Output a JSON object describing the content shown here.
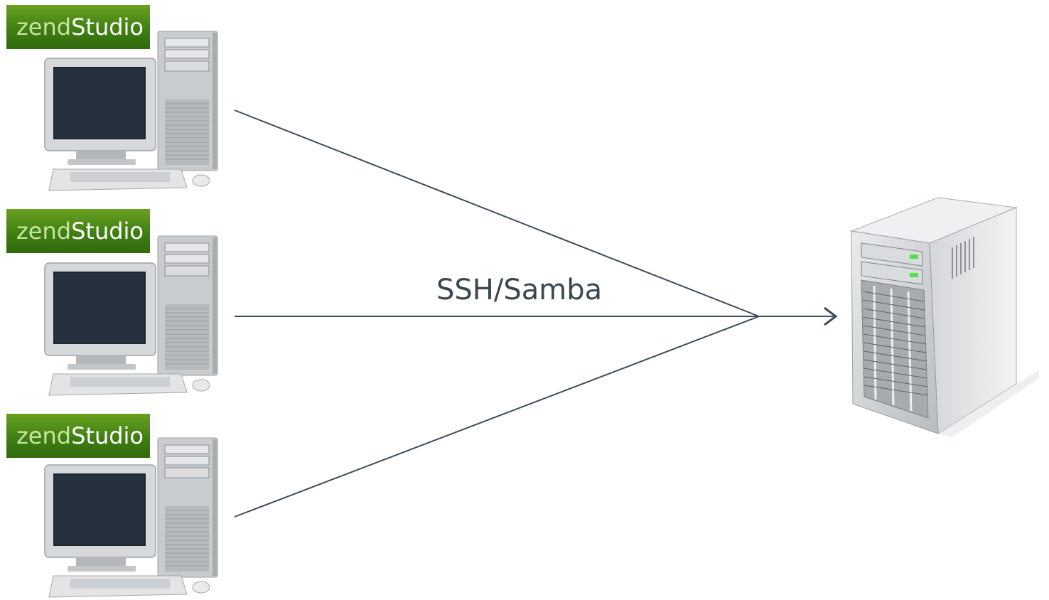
{
  "diagram": {
    "clients": [
      {
        "badge_zend": "zend",
        "badge_studio": "Studio"
      },
      {
        "badge_zend": "zend",
        "badge_studio": "Studio"
      },
      {
        "badge_zend": "zend",
        "badge_studio": "Studio"
      }
    ],
    "protocol_label": "SSH/Samba",
    "line_color": "#3f4c57",
    "badge_color": "#4a8a18",
    "icons": {
      "client": "desktop-computer-icon",
      "server": "server-tower-icon",
      "badge": "zend-studio-logo"
    }
  }
}
